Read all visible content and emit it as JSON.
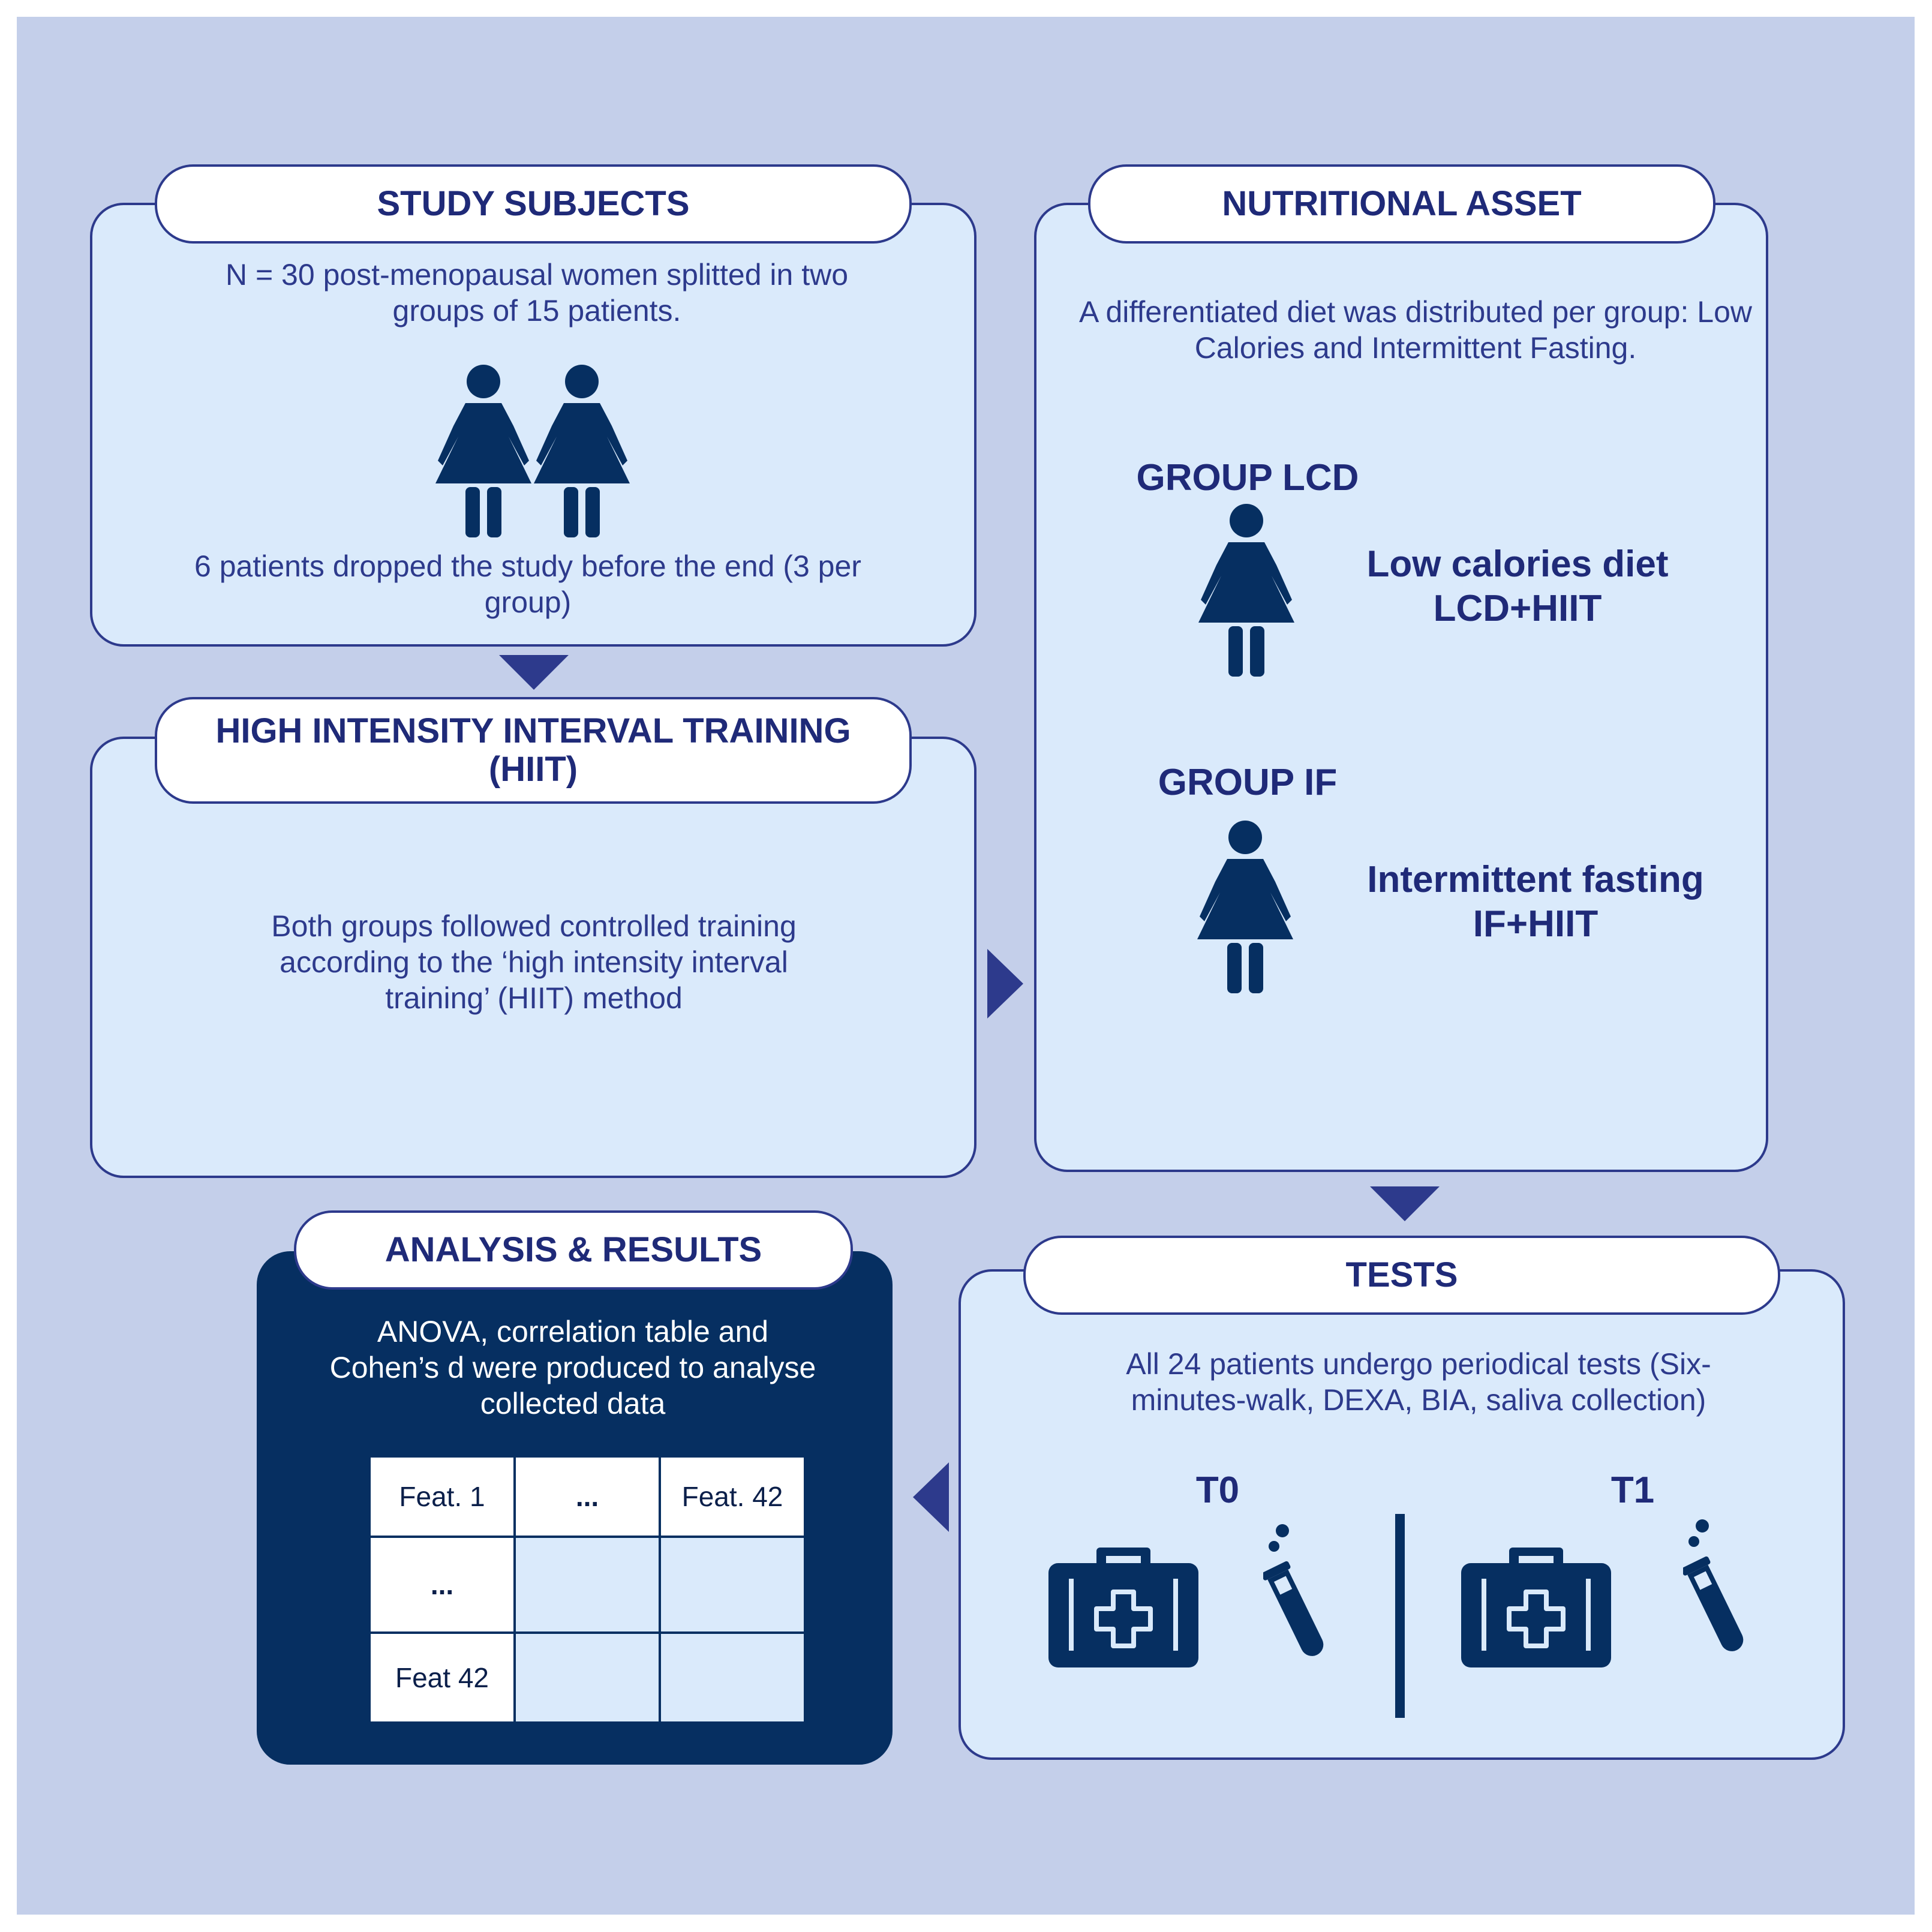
{
  "study_subjects": {
    "title": "STUDY SUBJECTS",
    "text1": "N = 30 post-menopausal women splitted in two groups of 15 patients.",
    "text2": "6 patients dropped the study before the end (3 per group)"
  },
  "hiit": {
    "title_line1": "HIGH INTENSITY INTERVAL TRAINING",
    "title_line2": "(HIIT)",
    "text": "Both groups followed controlled training according to the ‘high intensity interval training’ (HIIT) method"
  },
  "nutritional": {
    "title": "NUTRITIONAL ASSET",
    "text": "A differentiated diet was distributed per group: Low Calories and Intermittent Fasting.",
    "group_lcd": {
      "heading": "GROUP LCD",
      "label_line1": "Low calories diet",
      "label_line2": "LCD+HIIT"
    },
    "group_if": {
      "heading": "GROUP IF",
      "label_line1": "Intermittent fasting",
      "label_line2": "IF+HIIT"
    }
  },
  "tests": {
    "title": "TESTS",
    "text": "All 24 patients undergo periodical tests (Six-minutes-walk, DEXA, BIA, saliva collection)",
    "t0": "T0",
    "t1": "T1"
  },
  "analysis": {
    "title": "ANALYSIS & RESULTS",
    "text": "ANOVA, correlation table and Cohen’s d were produced to analyse collected data",
    "table": {
      "header": [
        "Feat. 1",
        "...",
        "Feat. 42"
      ],
      "row_labels": [
        "...",
        "Feat 42"
      ]
    }
  },
  "colors": {
    "background": "#c4cfea",
    "panel": "#daeafb",
    "border": "#2d3a8c",
    "dark_panel": "#062f61",
    "text": "#1f2a78"
  },
  "icons": [
    "woman-icon",
    "medical-kit-icon",
    "test-tube-icon",
    "arrow-down-icon",
    "arrow-right-icon",
    "arrow-left-icon"
  ]
}
